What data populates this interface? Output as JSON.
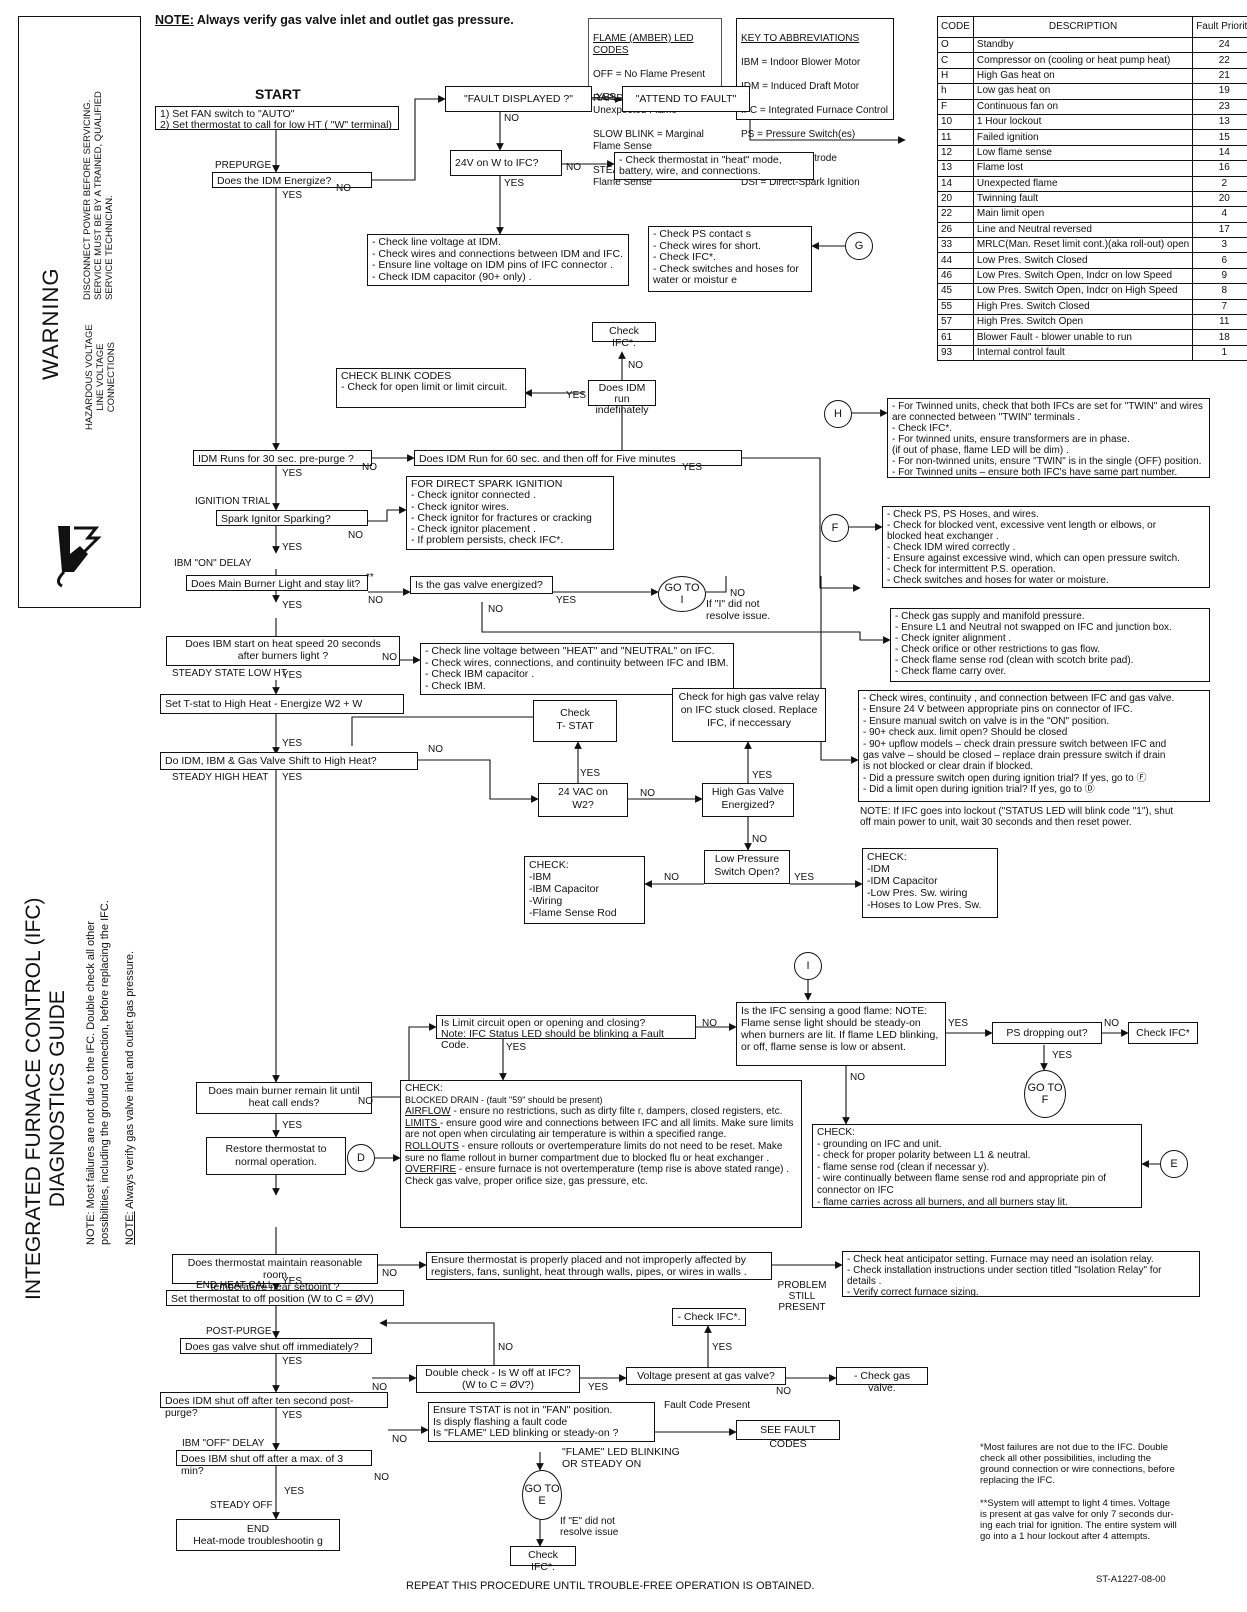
{
  "header": {
    "note_prefix": "NOTE:",
    "note_text": " Always verify gas valve inlet and outlet gas pressure."
  },
  "flame_codes": {
    "title": "FLAME (AMBER) LED CODES",
    "lines": [
      "OFF = No Flame Present",
      "RAPID BLINK = Unexpected Flame",
      "SLOW BLINK = Marginal Flame Sense",
      "STEADY ON = Normal Flame Sense"
    ]
  },
  "abbreviations": {
    "title": "KEY TO ABBREVIATIONS",
    "lines": [
      "IBM = Indoor Blower Motor",
      "IDM = Induced Draft Motor",
      "IFC = Integrated Furnace Control",
      "PS = Pressure Switch(es)",
      "SE = Spark Electrode",
      "DSI = Direct-Spark Ignition"
    ]
  },
  "fault_table": {
    "headers": [
      "CODE",
      "DESCRIPTION",
      "Fault Priority"
    ],
    "rows": [
      {
        "code": "O",
        "desc": "Standby",
        "priority": "24"
      },
      {
        "code": "C",
        "desc": "Compressor on (cooling or heat pump heat)",
        "priority": "22"
      },
      {
        "code": "H",
        "desc": "High Gas heat on",
        "priority": "21"
      },
      {
        "code": "h",
        "desc": "Low gas heat on",
        "priority": "19"
      },
      {
        "code": "F",
        "desc": "Continuous fan on",
        "priority": "23"
      },
      {
        "code": "10",
        "desc": "1 Hour lockout",
        "priority": "13"
      },
      {
        "code": "11",
        "desc": "Failed ignition",
        "priority": "15"
      },
      {
        "code": "12",
        "desc": "Low flame sense",
        "priority": "14"
      },
      {
        "code": "13",
        "desc": "Flame lost",
        "priority": "16"
      },
      {
        "code": "14",
        "desc": "Unexpected flame",
        "priority": "2"
      },
      {
        "code": "20",
        "desc": "Twinning fault",
        "priority": "20"
      },
      {
        "code": "22",
        "desc": "Main limit open",
        "priority": "4"
      },
      {
        "code": "26",
        "desc": "Line and Neutral reversed",
        "priority": "17"
      },
      {
        "code": "33",
        "desc": "MRLC(Man. Reset limit cont.)(aka roll-out) open",
        "priority": "3"
      },
      {
        "code": "44",
        "desc": "Low Pres. Switch Closed",
        "priority": "6"
      },
      {
        "code": "46",
        "desc": "Low Pres. Switch Open, Indcr on low Speed",
        "priority": "9"
      },
      {
        "code": "45",
        "desc": "Low Pres. Switch Open, Indcr on High Speed",
        "priority": "8"
      },
      {
        "code": "55",
        "desc": "High Pres. Switch Closed",
        "priority": "7"
      },
      {
        "code": "57",
        "desc": "High Pres. Switch Open",
        "priority": "11"
      },
      {
        "code": "61",
        "desc": "Blower Fault - blower unable to run",
        "priority": "18"
      },
      {
        "code": "93",
        "desc": "Internal control fault",
        "priority": "1"
      }
    ]
  },
  "warning": {
    "title": "WARNING",
    "line1": "DISCONNECT POWER BEFORE SERVICING.",
    "line2": "SERVICE MUST BE BY A TRAINED, QUALIFIED",
    "line3": "SERVICE TECHNICIAN.",
    "line4": "HAZARDOUS VOLTAGE",
    "line5": "LINE VOLTAGE",
    "line6": "CONNECTIONS"
  },
  "side": {
    "title1": "INTEGRATED FURNACE CONTROL (IFC)",
    "title2": "DIAGNOSTICS  GUIDE",
    "note1": "NOTE: Most  failures  are  not  due  to  the  IFC.  Double  check  all  other",
    "note2": "possibilities,  including  the  ground  connection,  before  replacing  the  IFC.",
    "note3_prefix": "NOTE:",
    "note3": " Always  verify  gas  valve  inlet  and  outlet  gas  pressure."
  },
  "flow": {
    "start": "START",
    "setup": "1)  Set FAN switch to \"AUTO\"\n2)  Set thermostat  to call for low HT ( \"W\" terminal)",
    "prepurge": "PREPURGE",
    "idm_energize": "Does the IDM Energize?",
    "fault_displayed": "\"FAULT DISPLAYED ?\"",
    "attend_fault": "\"ATTEND TO FAULT\"",
    "w24v": "24V on W to IFC?",
    "check_thermostat": "- Check thermostat  in  \"heat\"  mode,\nbattery, wire,  and connections.",
    "check_line_idm": "- Check line voltage at IDM.\n- Check wires and connections  between IDM and IFC.\n- Ensure line voltage on IDM pins of IFC connector .\n- Check IDM capacitor (90+ only) .",
    "check_ps": "- Check PS contact s\n- Check wires for short.\n- Check IFC*.\n- Check switches  and hoses for\n  water or moistur e",
    "check_ifc_a": "Check IFC*.",
    "does_idm_run": "Does IDM run\nindefinately .",
    "check_blink": "CHECK BLINK CODES\n- Check for open limit or limit circuit.",
    "idm_30": "IDM Runs for 30 sec. pre-purge ?",
    "idm_60": "Does IDM Run for 60 sec. and then off for Five minutes",
    "ignition_trial": "IGNITION TRIAL",
    "direct_spark": "FOR DIRECT SPARK IGNITION\n- Check ignitor connected .\n- Check ignitor  wires.\n- Check ignitor for fractures or cracking\n- Check ignitor placement .\n- If problem persists, check IFC*.",
    "spark_sparking": "Spark Ignitor Sparking?",
    "ibm_on_delay": "IBM  \"ON\"  DELAY",
    "main_burner": "Does Main Burner Light and stay lit?",
    "gas_valve_energized": "Is the gas valve energized?",
    "goto_i": "GO TO\nI",
    "if_i": "If \"I\" did not\nresolve issue.",
    "ibm_heat_speed": "Does IBM start on heat speed 20 seconds\nafter burners light ?",
    "steady_low": "STEADY STATE LOW HT",
    "check_heat_neutral": "- Check line voltage between \"HEAT\" and \"NEUTRAL\" on IFC.\n- Check wires, connections,  and continuity  between    IFC and IBM.\n- Check IBM capacitor .\n- Check IBM.",
    "set_high": "Set T-stat to High Heat - Energize W2 + W",
    "check_tstat": "Check\nT- STAT",
    "high_relay": "Check for high gas valve relay\non IFC stuck closed. Replace\nIFC, if neccessary",
    "shift_high": "Do IDM, IBM & Gas Valve Shift to High Heat?",
    "steady_high": "STEADY HIGH HEAT",
    "vac_w2": "24 VAC on\nW2?",
    "high_gas": "High Gas Valve\nEnergized?",
    "low_ps_open": "Low Pressure\nSwitch Open?",
    "check_ibm_left": "CHECK:\n  -IBM\n  -IBM Capacitor\n  -Wiring\n  -Flame Sense Rod",
    "check_idm_right": "CHECK:\n  -IDM\n  -IDM Capacitor\n  -Low Pres. Sw. wiring\n  -Hoses to Low Pres. Sw.",
    "h_box": "- For Twinned units,  check that both IFCs are set for \"TWIN\"  and wires\n  are connected between \"TWIN\" terminals .\n- Check IFC*.\n- For twinned  units, ensure transformers   are in phase.\n  (if out of phase, flame LED will be dim) .\n- For non-twinned  units, ensure  \"TWIN\"  is in the single (OFF) position.\n- For Twinned units – ensure both IFC's have same part number.",
    "f_box": "- Check PS, PS Hoses, and wires.\n- Check for blocked vent, excessive vent length or elbows, or\n  blocked  heat exchanger .\n- Check IDM wired correctly .\n- Ensure against excessive wind, which can open pressure switch.\n- Check for intermittent  P.S. operation.\n- Check switches  and hoses for water or moisture.",
    "gas_box": "- Check gas supply  and manifold pressure.\n- Ensure L1 and Neutral not swapped on IFC and junction box.\n- Check igniter  alignment .\n- Check orifice or other restrictions  to gas flow.\n- Check flame sense rod (clean with scotch brite pad).\n- Check flame carry over.",
    "wire_box": "- Check wires, continuity , and connection  between IFC and gas valve.\n- Ensure 24 V between appropriate  pins on connector of IFC.\n- Ensure manual  switch  on valve is in the \"ON\"  position.\n- 90+ check aux. limit open? Should be closed\n- 90+ upflow models – check drain pressure switch between IFC and\n  gas valve – should be closed – replace drain pressure switch if drain\n  is not blocked or clear drain if blocked.\n- Did a pressure switch open during ignition trial? If yes, go to Ⓕ\n- Did a limit open during  ignition trial? If yes, go to Ⓓ",
    "lockout_note": "NOTE: If IFC goes into lockout  (\"STATUS LED will blink code \"1\"),  shut\noff main power to unit, wait 30 seconds and then reset power.",
    "burner_remain": "Does main burner remain lit until\nheat call ends?",
    "limit_open": "Is Limit circuit open or opening and closing?\nNote: IFC Status LED should  be blinking  a Fault Code.",
    "sensing_flame": "Is the IFC sensing a good flame: NOTE:\nFlame sense light should be steady-on\nwhen burners are lit. If flame LED blinking,\nor off, flame sense is low or absent.",
    "ps_dropping": "PS dropping  out?",
    "check_ifc_b": "Check IFC*",
    "goto_f": "GO TO\nF",
    "blocked_check": "CHECK:",
    "blocked_drain": "BLOCKED DRAIN - (fault \"59\" should be present)",
    "airflow_lbl": "AIRFLOW",
    "airflow": " - ensure no restrictions,  such as dirty filte r, dampers, closed registers, etc.",
    "limits_lbl": "LIMITS ",
    "limits": " - ensure good wire and connections  between IFC and all limits.  Make sure limits are not open when circulating air temperature  is within  a specified range.",
    "rollouts_lbl": "ROLLOUTS",
    "rollouts": " - ensure rollouts or overtemperature  limits  do not need to be reset. Make sure no flame rollout in burner compartment  due to blocked flu or heat exchanger .",
    "overfire_lbl": "OVERFIRE",
    "overfire": " - ensure furnace is not overtemperature  (temp rise is above stated range) .",
    "gas_line": "Check gas valve, proper orifice size, gas pressure, etc.",
    "grounding": "CHECK:\n- grounding  on IFC and unit.\n- check for proper polarity between L1 & neutral.\n- flame sense rod  (clean if necessar y).\n- wire continually  between flame sense rod and appropriate pin of\n  connector  on IFC\n- flame carries across all burners,  and all burners stay lit.",
    "restore": "Restore thermostat to\nnormal operation.",
    "maintain_temp": "Does thermostat  maintain  reasonable room\ntemperature  near setpoint ?",
    "ensure_placed": "Ensure thermostat is properly placed and not improperly affected by\nregisters, fans, sunlight, heat through walls, pipes, or wires in walls .",
    "problem_present": "PROBLEM\nSTILL\nPRESENT",
    "heat_anticipator": "- Check heat anticipator  setting.  Furnace may need an isolation  relay.\n- Check installation  instructions   under section titled \"Isolation Relay\" for\n  details .\n- Verify correct furnace sizing.",
    "end_heat_call": "END HEAT CALL",
    "set_off": "Set thermostat to off position  (W to C = ØV)",
    "check_ifc_c": "- Check IFC*.",
    "post_purge": "POST-PURGE",
    "gas_shut": "Does gas valve shut off immediately?",
    "double_check": "Double check - Is W off at IFC?\n(W to C = ØV?)",
    "voltage_present": "Voltage present at gas valve?",
    "check_gas_valve": "- Check gas valve.",
    "ensure_tstat": "Ensure TSTAT is not in \"FAN\" position.\nIs disply flashing a fault code\nIs \"FLAME\" LED blinking  or steady-on ?",
    "fault_present": "Fault Code Present",
    "see_fault": "SEE FAULT CODES",
    "idm_shut": "Does IDM shut off after ten second post-purge?",
    "flame_blinking": "\"FLAME\" LED BLINKING\nOR STEADY ON",
    "ibm_off_delay": "IBM  \"OFF\"  DELAY",
    "ibm_shut": "Does IBM shut off after a max. of 3 min?",
    "goto_e": "GO TO\nE",
    "if_e": "If  \"E\" did not\nresolve issue",
    "check_ifc_d": "Check IFC*.",
    "steady_off": "STEADY OFF",
    "end": "END\nHeat-mode  troubleshootin  g",
    "footnote1": "*Most  failures are not due to the IFC. Double\ncheck all other possibilities,  including  the\nground connection or wire connections,  before\nreplacing the IFC.",
    "footnote2": "**System  will attempt to light 4 times. Voltage\nis present at gas valve for only 7 seconds dur-\ning each trial for ignition.  The entire system will\ngo into a 1 hour lockout after 4 attempts.",
    "repeat": "REPEAT THIS PROCEDURE UNTIL TROUBLE-FREE OPERATION IS OBTAINED.",
    "doc_id": "ST-A1227-08-00",
    "star2": "**"
  },
  "markers": {
    "g": "G",
    "h": "H",
    "f": "F",
    "d": "D",
    "e": "E",
    "i": "I"
  },
  "answers": {
    "yes": "YES",
    "no": "NO"
  }
}
